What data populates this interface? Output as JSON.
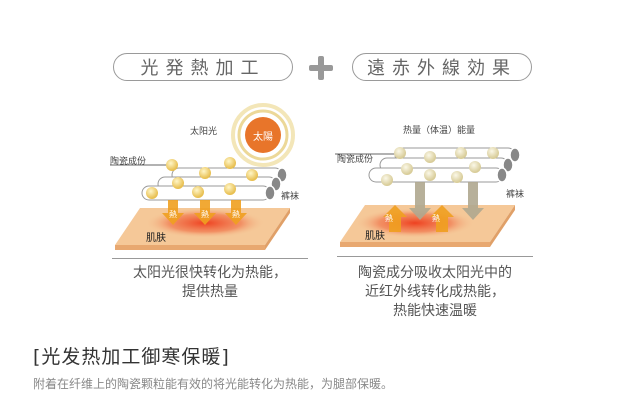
{
  "header": {
    "left_pill": "光発熱加工",
    "plus_icon": "plus-icon",
    "right_pill": "遠赤外線効果"
  },
  "left_diagram": {
    "sun_label": "太阳光",
    "sun_text": "太陽",
    "ceramic_label": "陶瓷成份",
    "fabric_label": "裤袜",
    "skin_label": "肌肤",
    "heat_label": "熱",
    "caption_lines": [
      "太阳光很快转化为热能，",
      "提供热量"
    ]
  },
  "right_diagram": {
    "energy_label": "热量（体温）能量",
    "ceramic_label": "陶瓷成份",
    "fabric_label": "裤袜",
    "skin_label": "肌肤",
    "heat_label": "熱",
    "caption_lines": [
      "陶瓷成分吸收太阳光中的",
      "近红外线转化成热能，",
      "热能快速温暖"
    ]
  },
  "section": {
    "title": "[光发热加工御寒保暖]",
    "description": "附着在纤维上的陶瓷颗粒能有效的将光能转化为热能，为腿部保暖。"
  },
  "colors": {
    "sun": "#e8752a",
    "sun_ring": "#f0dca0",
    "bead": "#f0d070",
    "bead_right": "#e8e0c0",
    "arrow": "#f0a020",
    "arrow_gray": "#b0a890",
    "skin": "#f5c898",
    "heat": "#ee4422"
  }
}
